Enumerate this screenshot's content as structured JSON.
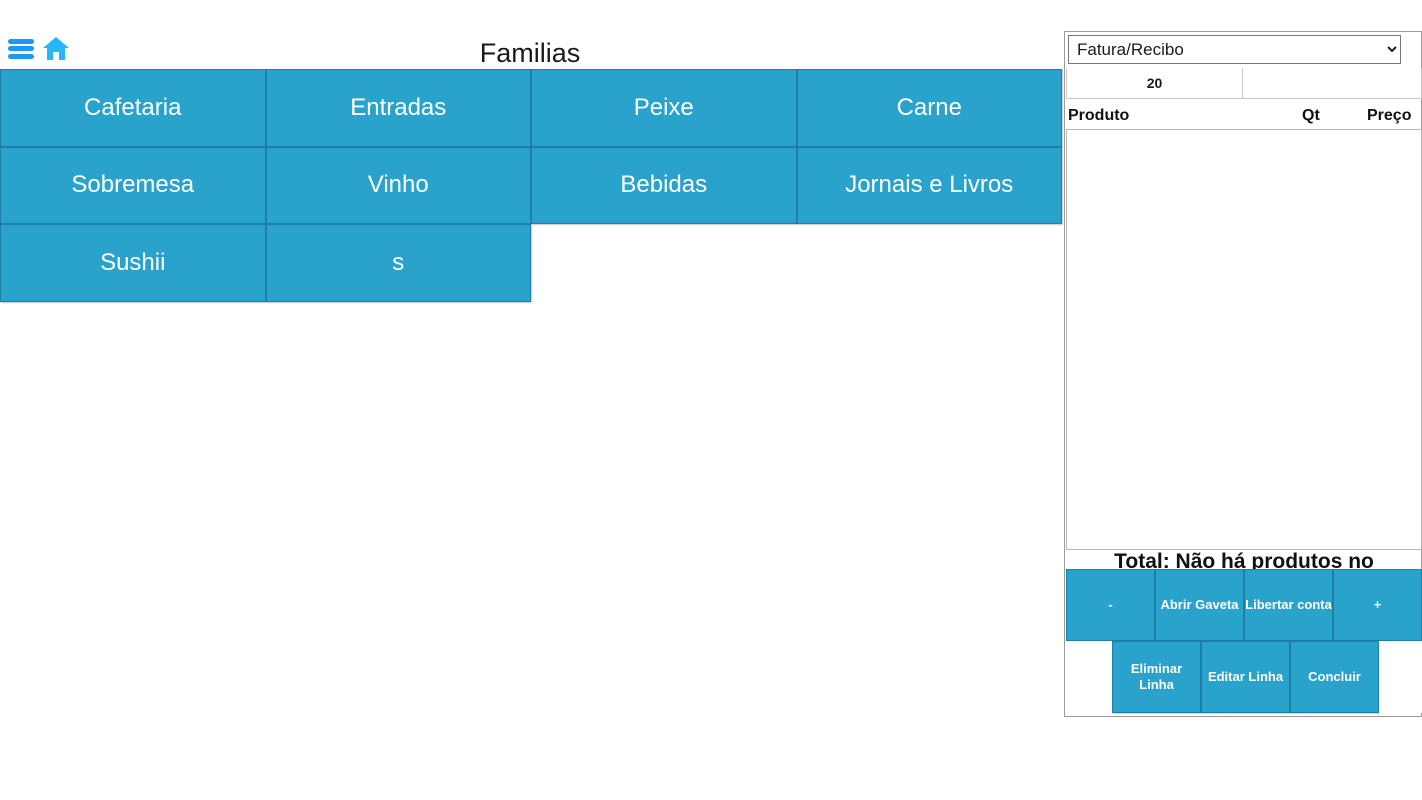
{
  "header": {
    "title": "Familias",
    "menu_icon": "hamburger-menu-icon",
    "home_icon": "home-icon"
  },
  "families": {
    "tiles": [
      {
        "label": "Cafetaria"
      },
      {
        "label": "Entradas"
      },
      {
        "label": "Peixe"
      },
      {
        "label": "Carne"
      },
      {
        "label": "Sobremesa"
      },
      {
        "label": "Vinho"
      },
      {
        "label": "Bebidas"
      },
      {
        "label": "Jornais e Livros"
      },
      {
        "label": "Sushii"
      },
      {
        "label": "s"
      }
    ]
  },
  "order_panel": {
    "document_type": {
      "selected": "Fatura/Recibo",
      "options": [
        "Fatura/Recibo"
      ]
    },
    "info_row": {
      "left_value": "20",
      "right_value": ""
    },
    "table": {
      "columns": [
        "Produto",
        "Qt",
        "Preço"
      ],
      "rows": []
    },
    "total_text": "Total: Não há produtos no",
    "actions_row1": [
      {
        "label": "-"
      },
      {
        "label": "Abrir Gaveta"
      },
      {
        "label": "Libertar conta"
      },
      {
        "label": "+"
      }
    ],
    "actions_row2": [
      {
        "label": ""
      },
      {
        "label": "Eliminar Linha"
      },
      {
        "label": "Editar Linha"
      },
      {
        "label": "Concluir"
      },
      {
        "label": ""
      }
    ]
  },
  "colors": {
    "tile_blue": "#29a3cc",
    "tile_border": "#1c7fa3",
    "menu_icon_blue": "#2196f3",
    "home_icon_blue": "#29b6f6",
    "text_dark": "#1a1a1a"
  }
}
